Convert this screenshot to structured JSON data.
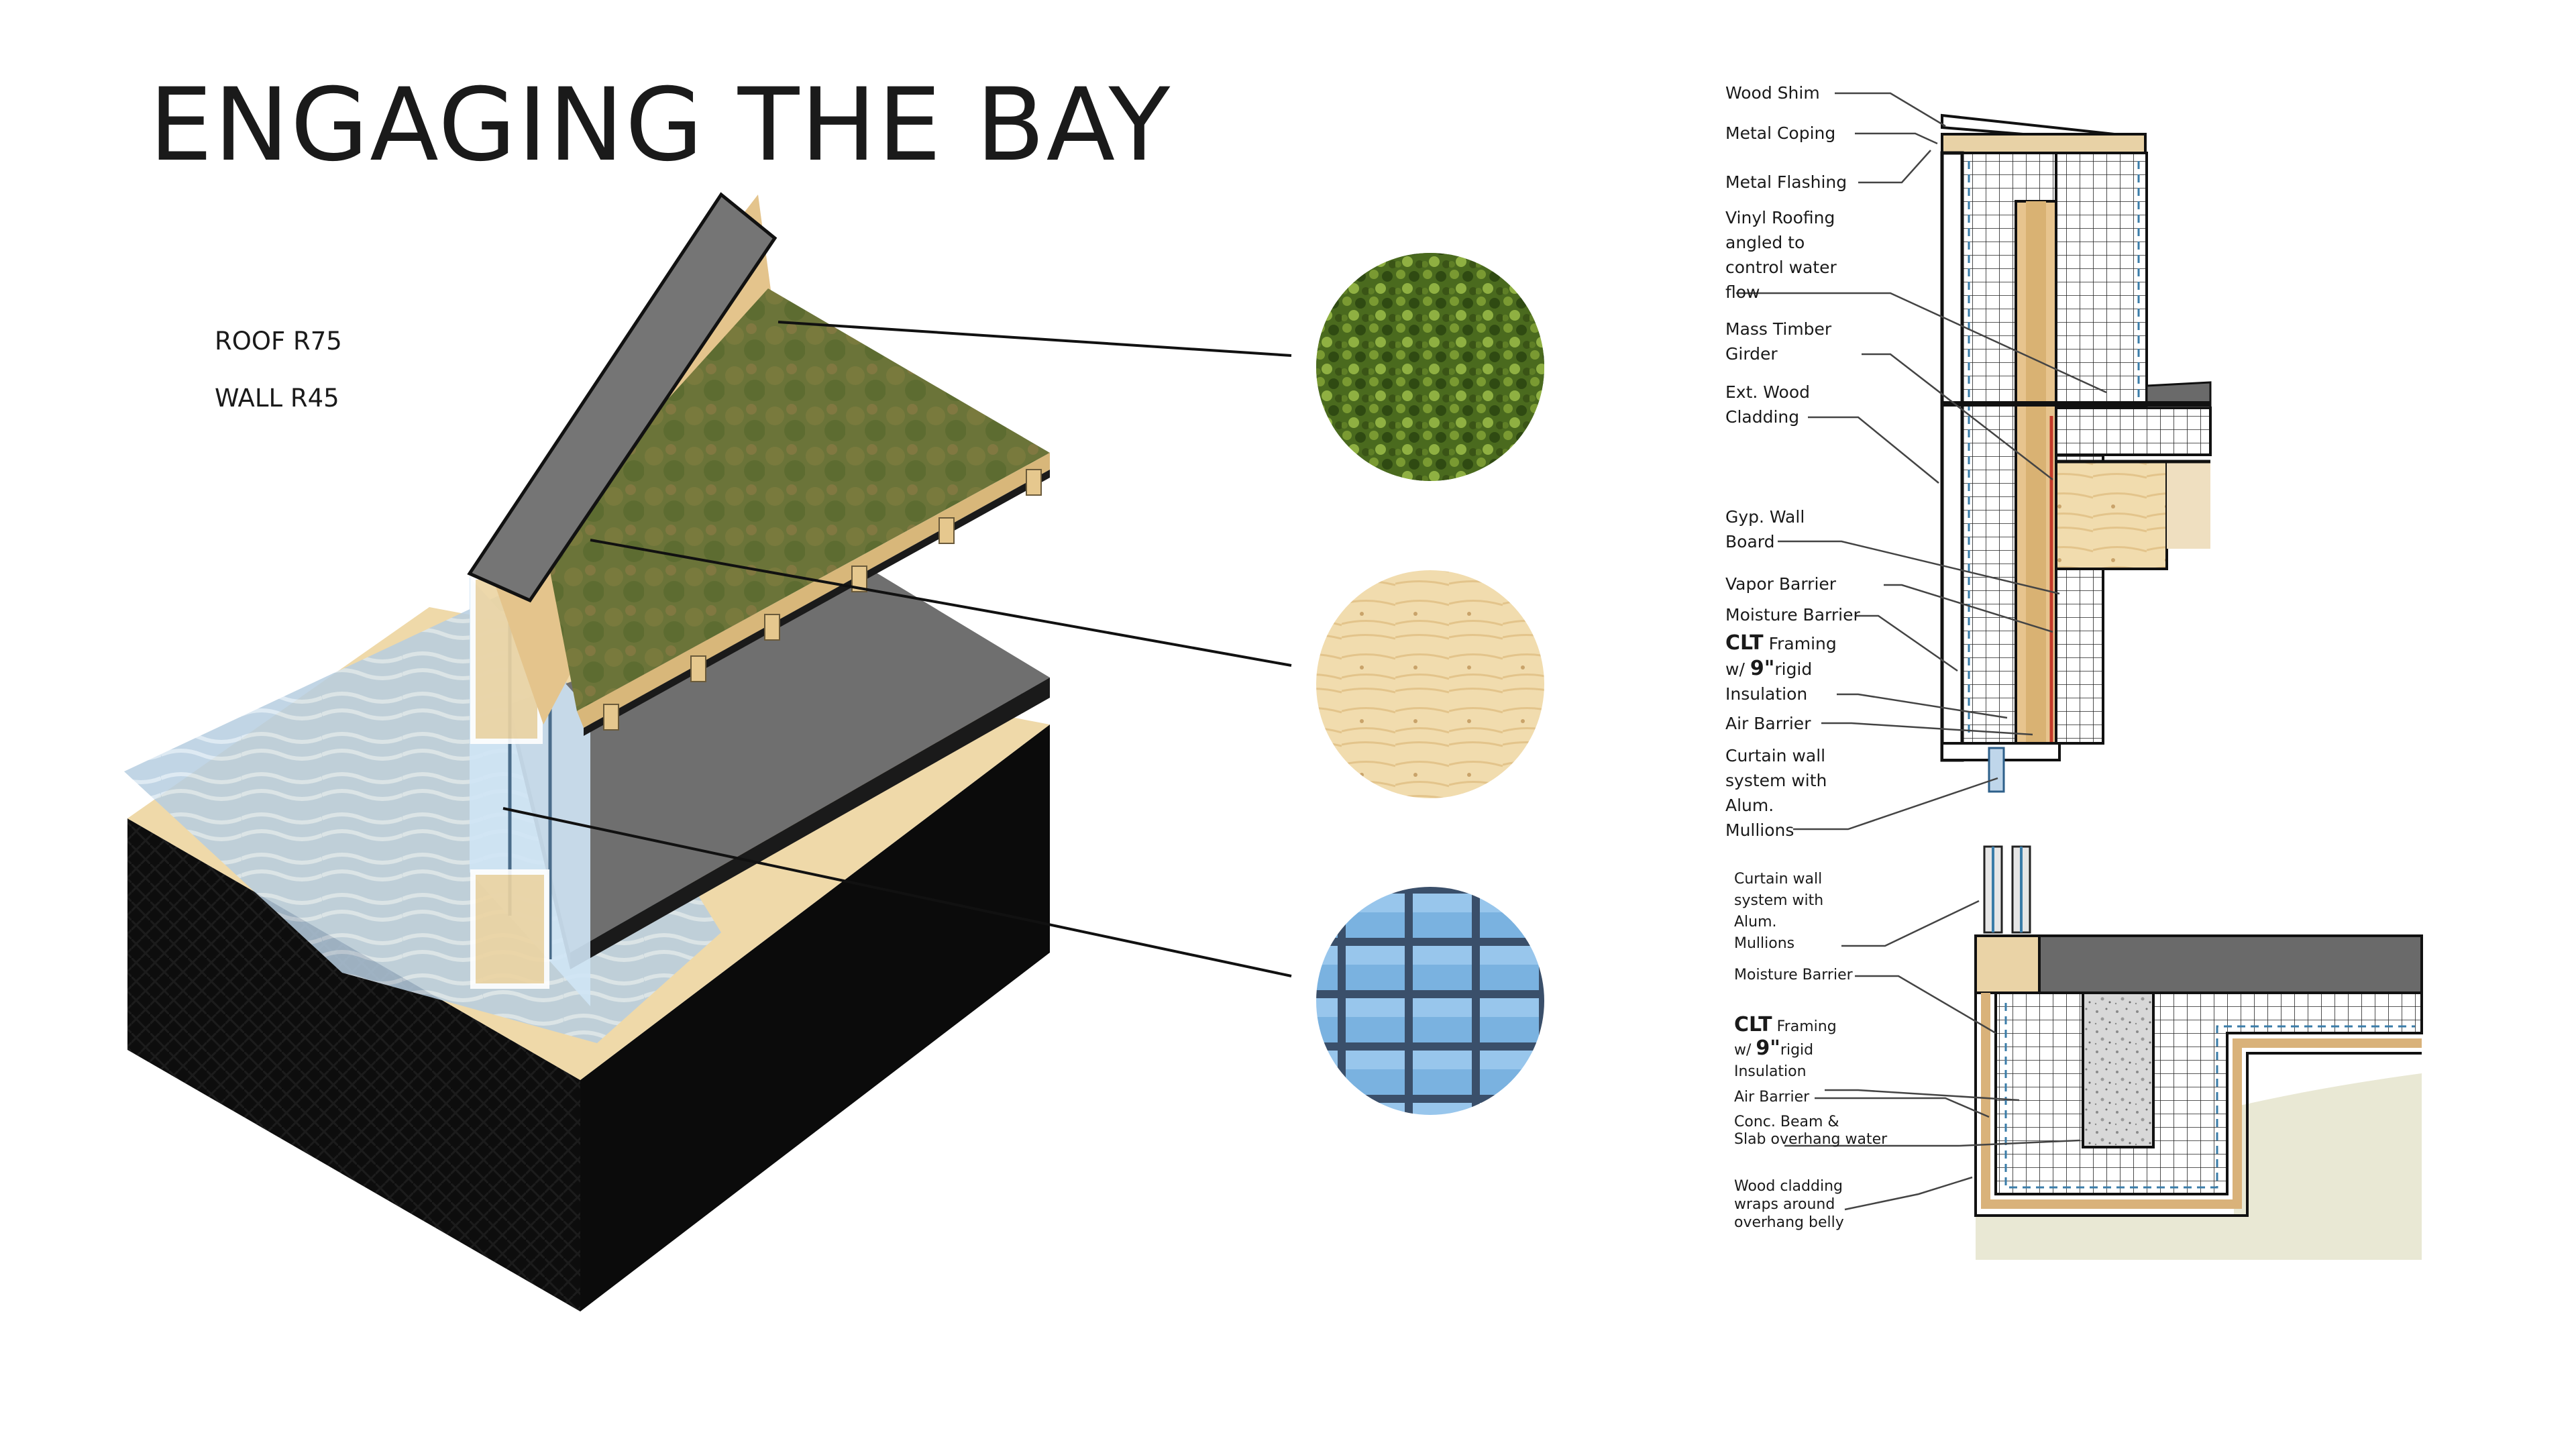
{
  "title": "ENGAGING THE BAY",
  "ratings": {
    "roof": "ROOF R75",
    "wall": "WALL R45"
  },
  "materials": [
    {
      "name": "green-roof-swatch-icon",
      "color": "#4f6a22"
    },
    {
      "name": "timber-swatch-icon",
      "color": "#efd9ad"
    },
    {
      "name": "glass-swatch-icon",
      "color": "#6aa3d6"
    }
  ],
  "roof_section": {
    "labels": [
      {
        "id": "wood_shim",
        "lines": [
          "Wood Shim"
        ]
      },
      {
        "id": "metal_coping",
        "lines": [
          "Metal Coping"
        ]
      },
      {
        "id": "metal_flashing",
        "lines": [
          "Metal Flashing"
        ]
      },
      {
        "id": "vinyl_roofing",
        "lines": [
          "Vinyl Roofing",
          "angled to",
          "control water",
          "flow"
        ]
      },
      {
        "id": "mass_timber",
        "lines": [
          "Mass Timber",
          "Girder"
        ]
      },
      {
        "id": "ext_wood",
        "lines": [
          "Ext. Wood",
          "Cladding"
        ]
      },
      {
        "id": "gyp_wall",
        "lines": [
          "Gyp. Wall",
          "Board"
        ]
      },
      {
        "id": "vapor_barrier",
        "lines": [
          "Vapor Barrier"
        ]
      },
      {
        "id": "moisture_barrier",
        "lines": [
          "Moisture Barrier"
        ]
      },
      {
        "id": "clt_framing",
        "clt": "CLT",
        "framing": " Framing",
        "line2a": "w/ ",
        "nine": "9\"",
        "line2b": "rigid",
        "line3": "Insulation"
      },
      {
        "id": "air_barrier",
        "lines": [
          "Air Barrier"
        ]
      },
      {
        "id": "curtain_wall",
        "lines": [
          "Curtain wall",
          "system with",
          "Alum.",
          "Mullions"
        ]
      }
    ]
  },
  "floor_section": {
    "labels": [
      {
        "id": "curtain_wall",
        "lines": [
          "Curtain wall",
          "system with",
          "Alum.",
          "Mullions"
        ]
      },
      {
        "id": "moisture_barrier",
        "lines": [
          "Moisture Barrier"
        ]
      },
      {
        "id": "clt_framing",
        "clt": "CLT",
        "framing": " Framing",
        "line2a": "w/ ",
        "nine": "9\"",
        "line2b": "rigid",
        "line3": "Insulation"
      },
      {
        "id": "air_barrier",
        "lines": [
          "Air Barrier"
        ]
      },
      {
        "id": "conc_beam",
        "lines": [
          "Conc. Beam &",
          "Slab overhang water"
        ]
      },
      {
        "id": "wood_cladding",
        "lines": [
          "Wood cladding",
          "wraps around",
          "overhang belly"
        ]
      }
    ]
  }
}
